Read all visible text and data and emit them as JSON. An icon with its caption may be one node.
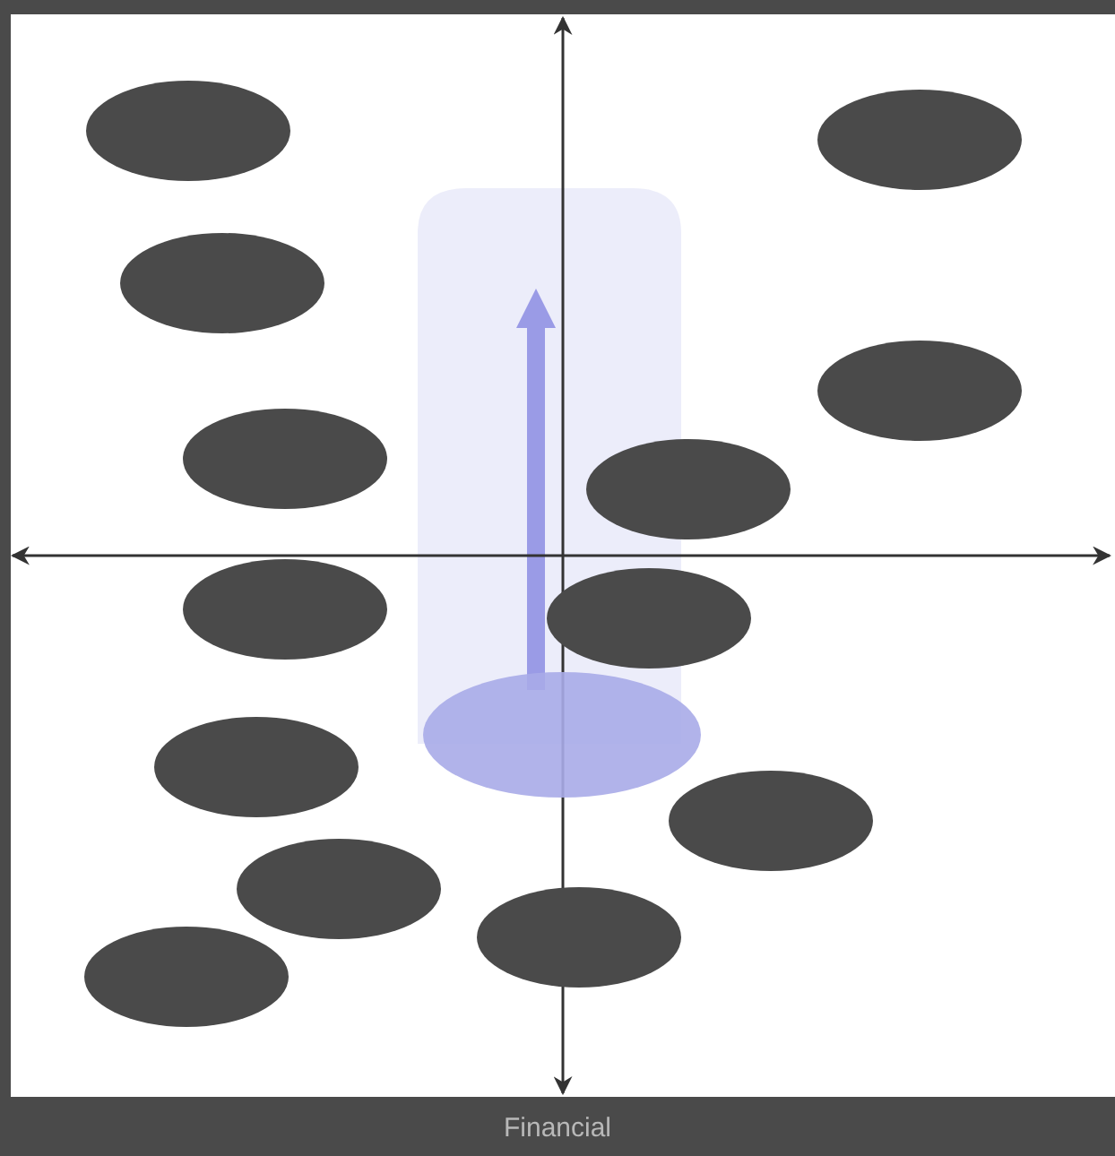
{
  "diagram": {
    "nodes": [
      {
        "text": [],
        "shape": "ellipse"
      },
      {
        "text": [],
        "shape": "ellipse"
      },
      {
        "text": [],
        "shape": "ellipse"
      },
      {
        "text": [],
        "shape": "ellipse"
      },
      {
        "text": [],
        "shape": "ellipse"
      },
      {
        "text": [],
        "shape": "ellipse"
      },
      {
        "text": [],
        "shape": "ellipse"
      },
      {
        "text": [],
        "shape": "ellipse"
      },
      {
        "text": [],
        "shape": "ellipse"
      },
      {
        "text": [],
        "shape": "ellipse"
      },
      {
        "text": [],
        "shape": "ellipse"
      },
      {
        "text": [],
        "shape": "ellipse"
      },
      {
        "text": [],
        "shape": "ellipse"
      },
      {
        "text": [],
        "shape": "ellipse"
      }
    ],
    "labels": [
      "Financial"
    ]
  }
}
